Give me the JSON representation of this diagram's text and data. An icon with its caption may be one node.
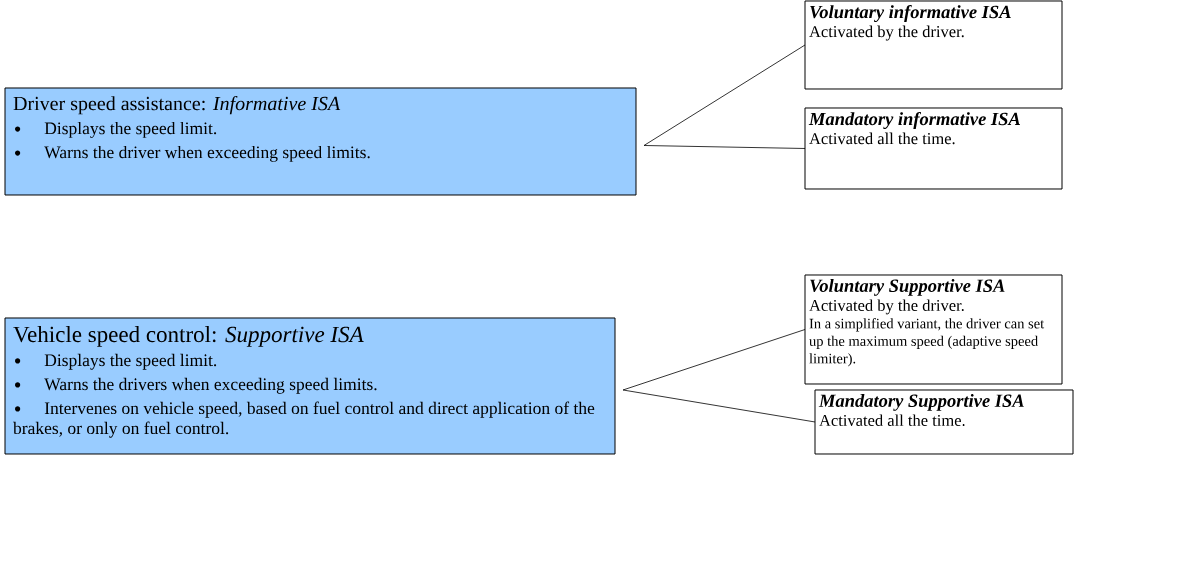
{
  "diagram": {
    "nodes": [
      {
        "text": [
          "Driver speed assistance: *Informative ISA*",
          "Displays the speed limit.",
          "Warns the driver when exceeding speed limits."
        ]
      },
      {
        "text": [
          "Voluntary informative ISA",
          "Activated by the driver."
        ]
      },
      {
        "text": [
          "Mandatory informative ISA",
          "Activated all the time."
        ]
      },
      {
        "text": [
          "Vehicle speed control: *Supportive ISA*",
          "Displays the speed limit.",
          "Warns the drivers when exceeding speed limits.",
          "Intervenes on vehicle speed, based on fuel control and direct application of the brakes, or only on fuel control."
        ]
      },
      {
        "text": [
          "Voluntary Supportive ISA",
          "Activated by the driver.",
          "In a simplified variant, the driver can set up the maximum speed (adaptive speed limiter)."
        ]
      },
      {
        "text": [
          "Mandatory Supportive ISA",
          "Activated all the time."
        ]
      }
    ],
    "edges": [
      {
        "from": 0,
        "to": 1,
        "arrow": "none"
      },
      {
        "from": 0,
        "to": 2,
        "arrow": "none"
      },
      {
        "from": 3,
        "to": 4,
        "arrow": "none"
      },
      {
        "from": 3,
        "to": 5,
        "arrow": "none"
      }
    ]
  }
}
